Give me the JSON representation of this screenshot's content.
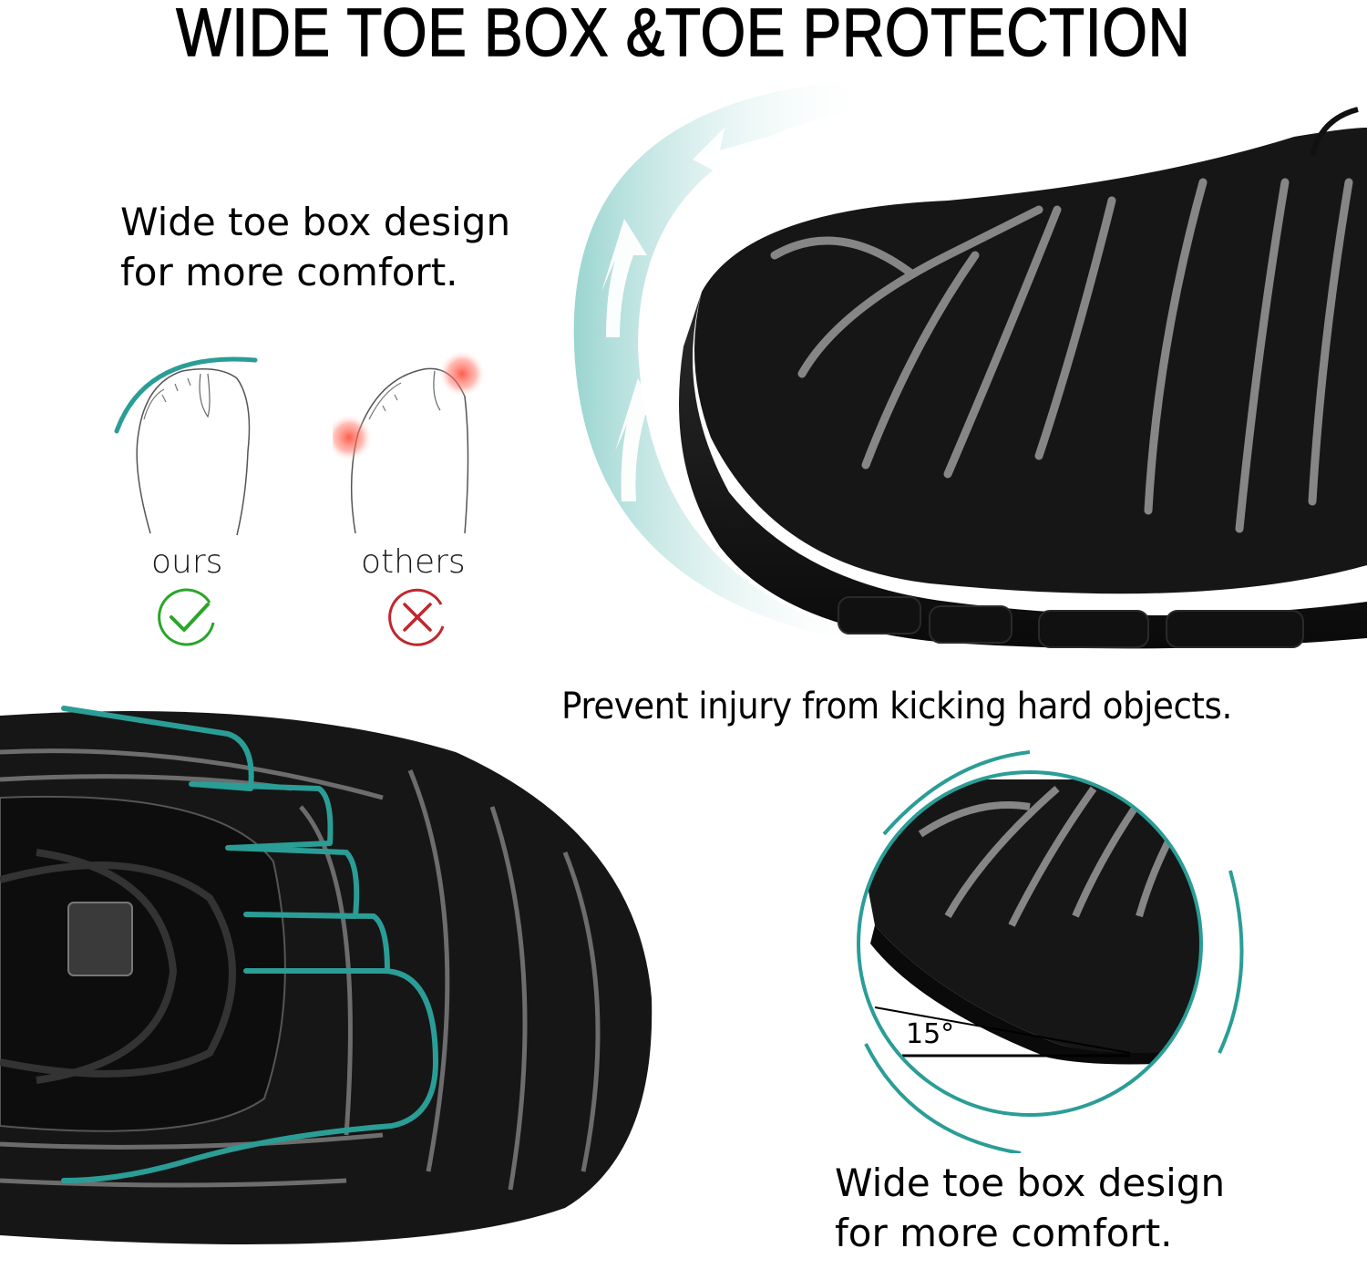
{
  "headline": "WIDE TOE BOX &TOE PROTECTION",
  "top_left_caption": {
    "line1": "Wide toe box design",
    "line2": "for more comfort."
  },
  "comparison": {
    "ours": {
      "label": "ours",
      "icon": "check-circle-icon",
      "color": "#2aa52a"
    },
    "others": {
      "label": "others",
      "icon": "x-circle-icon",
      "color": "#c0272d",
      "pain_color": "#ff5a4a"
    }
  },
  "middle_caption": "Prevent injury from kicking hard objects.",
  "angle_label": "15°",
  "bottom_right_caption": {
    "line1": "Wide toe box design",
    "line2": "for more comfort."
  },
  "colors": {
    "accent_teal": "#2a9d96",
    "arc_teal_light": "#a9dcd8",
    "shoe_black": "#161616",
    "shoe_stripe": "#9a9a9a"
  }
}
